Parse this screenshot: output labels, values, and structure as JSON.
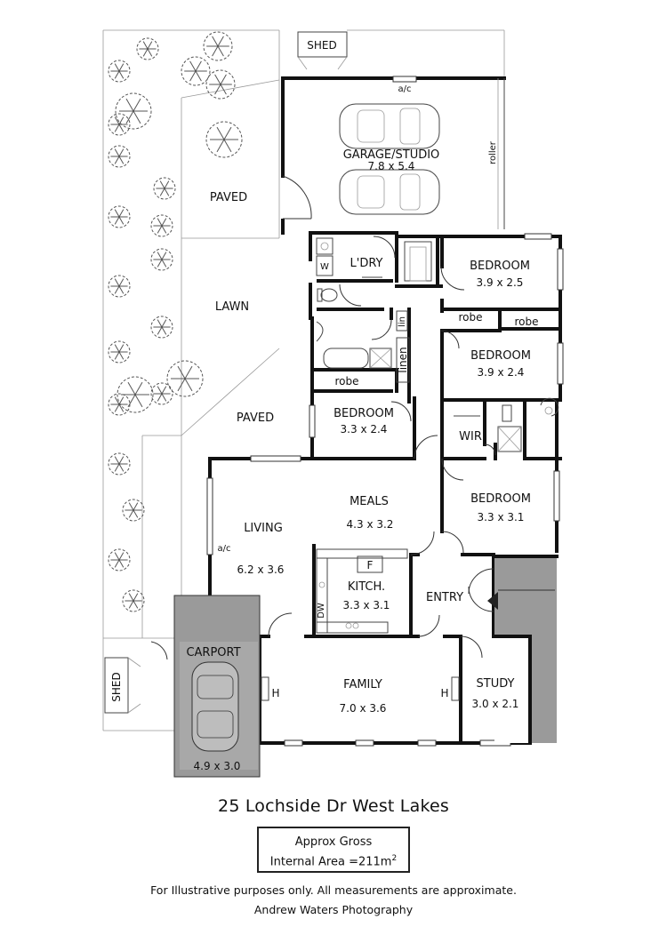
{
  "plan": {
    "rooms": [
      {
        "key": "shed_top",
        "name": "SHED",
        "dims": ""
      },
      {
        "key": "garage",
        "name": "GARAGE/STUDIO",
        "dims": "7.8 x 5.4"
      },
      {
        "key": "laundry",
        "name": "L'DRY",
        "dims": ""
      },
      {
        "key": "bed1",
        "name": "BEDROOM",
        "dims": "3.9 x 2.5"
      },
      {
        "key": "bed2",
        "name": "BEDROOM",
        "dims": "3.9 x 2.4"
      },
      {
        "key": "bed3",
        "name": "BEDROOM",
        "dims": "3.3 x 2.4"
      },
      {
        "key": "bed4",
        "name": "BEDROOM",
        "dims": "3.3 x 3.1"
      },
      {
        "key": "wir",
        "name": "WIR",
        "dims": ""
      },
      {
        "key": "meals",
        "name": "MEALS",
        "dims": "4.3 x 3.2"
      },
      {
        "key": "living",
        "name": "LIVING",
        "dims": "6.2 x 3.6"
      },
      {
        "key": "kitchen",
        "name": "KITCH.",
        "dims": "3.3 x 3.1"
      },
      {
        "key": "entry",
        "name": "ENTRY",
        "dims": ""
      },
      {
        "key": "family",
        "name": "FAMILY",
        "dims": "7.0 x 3.6"
      },
      {
        "key": "study",
        "name": "STUDY",
        "dims": "3.0 x 2.1"
      },
      {
        "key": "carport",
        "name": "CARPORT",
        "dims": "4.9 x 3.0"
      },
      {
        "key": "shed_left",
        "name": "SHED",
        "dims": ""
      }
    ],
    "outdoor": {
      "paved_top": "PAVED",
      "lawn": "LAWN",
      "paved_mid": "PAVED"
    },
    "fixtures": {
      "robe_1": "robe",
      "robe_2": "robe",
      "robe_3": "robe",
      "lin": "lin",
      "linen": "linen",
      "ac_garage": "a/c",
      "ac_living": "a/c",
      "roller": "roller",
      "fridge": "F",
      "heater_left": "H",
      "heater_right": "H",
      "washer": "W",
      "dishwasher": "DW"
    }
  },
  "title": "25 Lochside Dr West Lakes",
  "area_box": {
    "line1": "Approx Gross",
    "line2_prefix": "Internal Area =211m",
    "line2_sup": "2"
  },
  "disclaimer": "For Illustrative purposes only.  All measurements are approximate.",
  "credit": "Andrew Waters Photography",
  "colors": {
    "wall": "#111111",
    "carport_fill": "#9a9a9a",
    "tree_stroke": "#555555"
  }
}
